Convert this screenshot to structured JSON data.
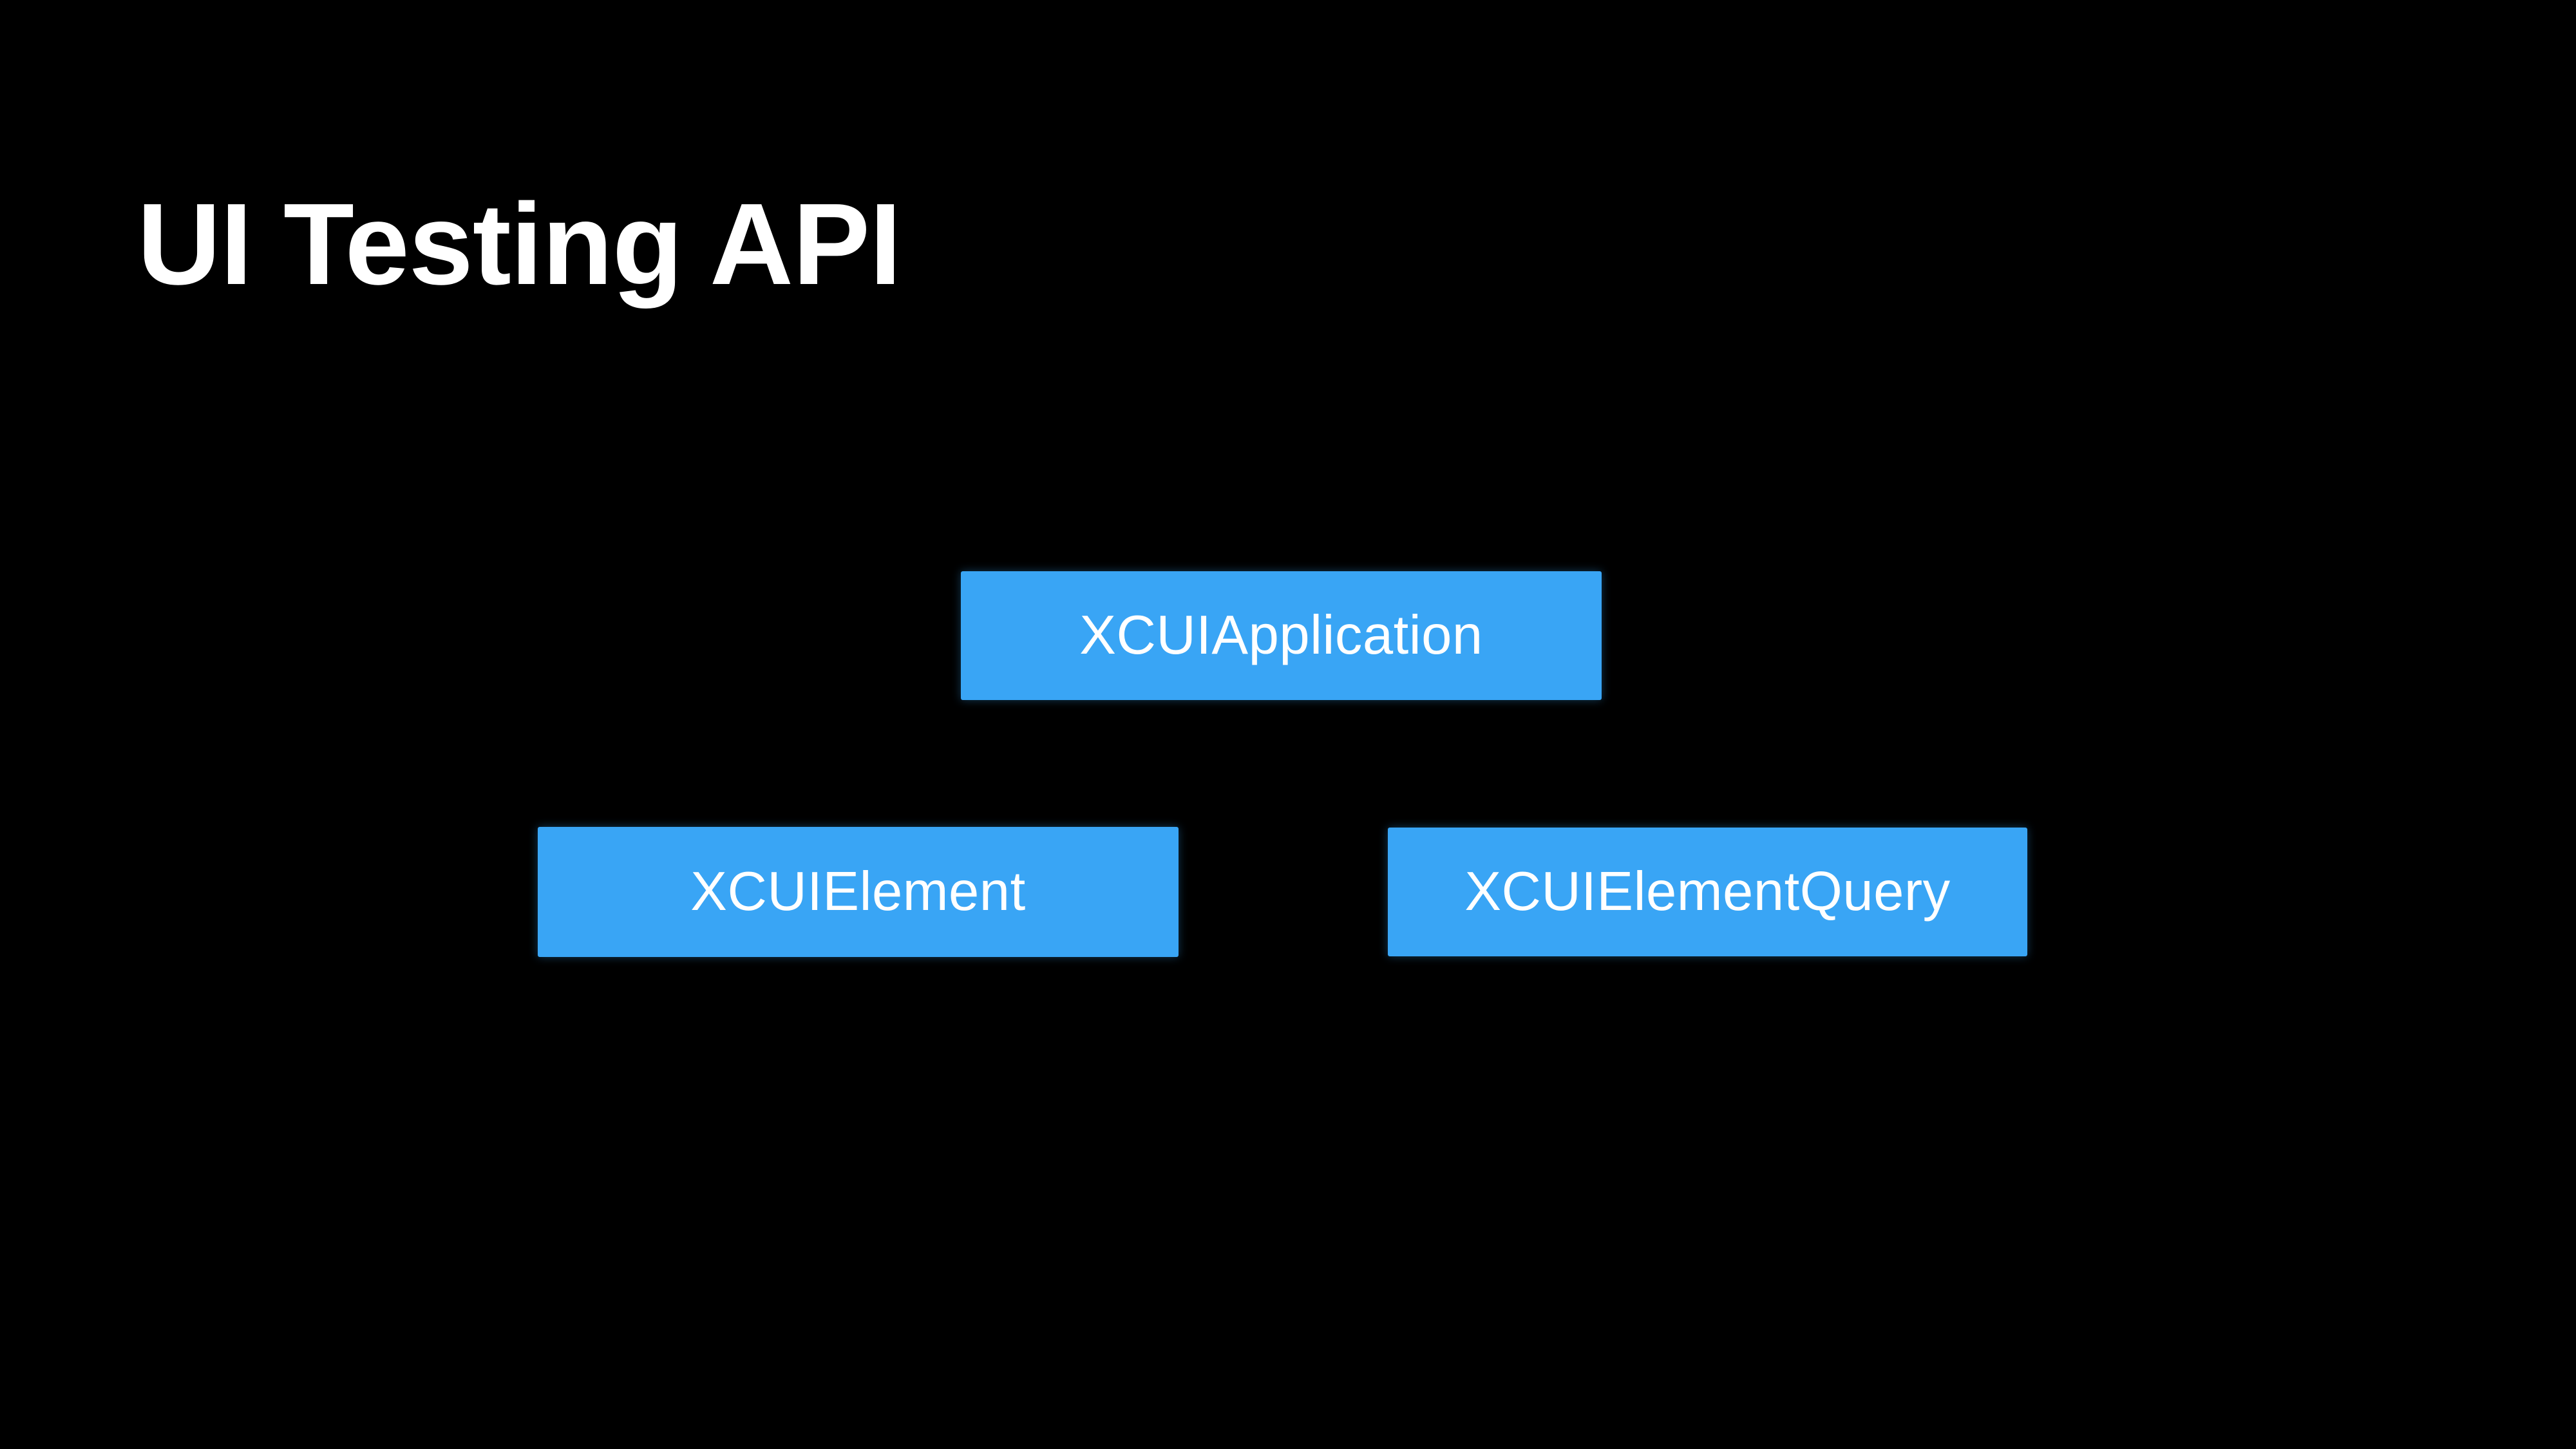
{
  "slide": {
    "title": "UI Testing API",
    "diagram": {
      "nodes": [
        {
          "id": "xcuiapplication",
          "label": "XCUIApplication"
        },
        {
          "id": "xcuielement",
          "label": "XCUIElement"
        },
        {
          "id": "xcuielementquery",
          "label": "XCUIElementQuery"
        }
      ]
    }
  },
  "colors": {
    "background": "#000000",
    "title_text": "#ffffff",
    "node_fill": "#39a5f5",
    "node_text": "#ffffff"
  }
}
